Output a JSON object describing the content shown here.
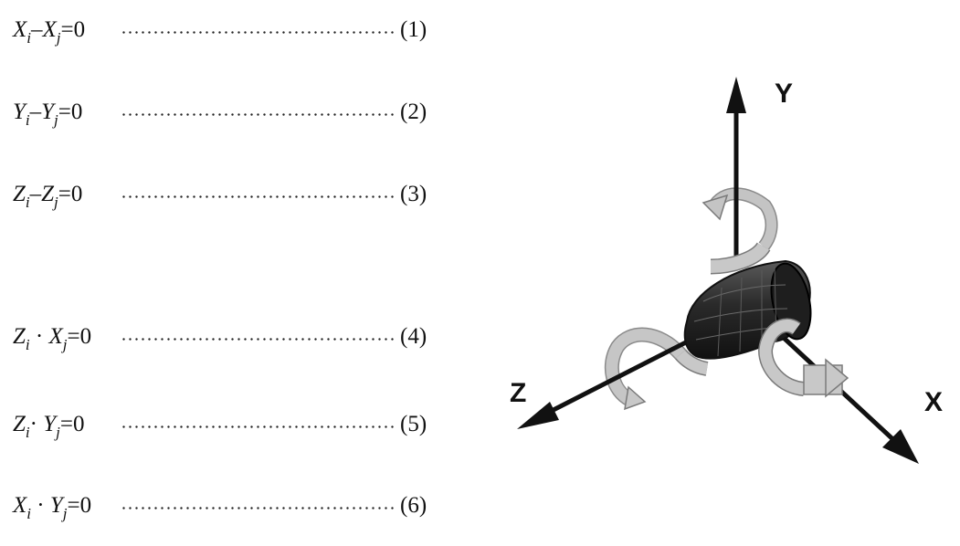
{
  "equations": [
    {
      "lhs_a": "X",
      "sub_a": "i",
      "op": "–",
      "lhs_b": "X",
      "sub_b": "j",
      "rhs": "=0",
      "number": "(1)"
    },
    {
      "lhs_a": "Y",
      "sub_a": "i",
      "op": "–",
      "lhs_b": "Y",
      "sub_b": "j",
      "rhs": "=0",
      "number": "(2)"
    },
    {
      "lhs_a": "Z",
      "sub_a": "i",
      "op": "–",
      "lhs_b": "Z",
      "sub_b": "j",
      "rhs": "=0",
      "number": "(3)"
    },
    {
      "lhs_a": "Z",
      "sub_a": "i",
      "op": " · ",
      "lhs_b": "X",
      "sub_b": "j",
      "rhs": "=0",
      "number": "(4)"
    },
    {
      "lhs_a": "Z",
      "sub_a": "i",
      "op": "· ",
      "lhs_b": "Y",
      "sub_b": "j",
      "rhs": "=0",
      "number": "(5)"
    },
    {
      "lhs_a": "X",
      "sub_a": "i",
      "op": " · ",
      "lhs_b": "Y",
      "sub_b": "j",
      "rhs": "=0",
      "number": "(6)"
    }
  ],
  "figure": {
    "axes": {
      "x": "X",
      "y": "Y",
      "z": "Z"
    },
    "colors": {
      "axis": "#111111",
      "rotation_arrow": "#b8b8b8",
      "body": "#2a2a2a"
    }
  }
}
